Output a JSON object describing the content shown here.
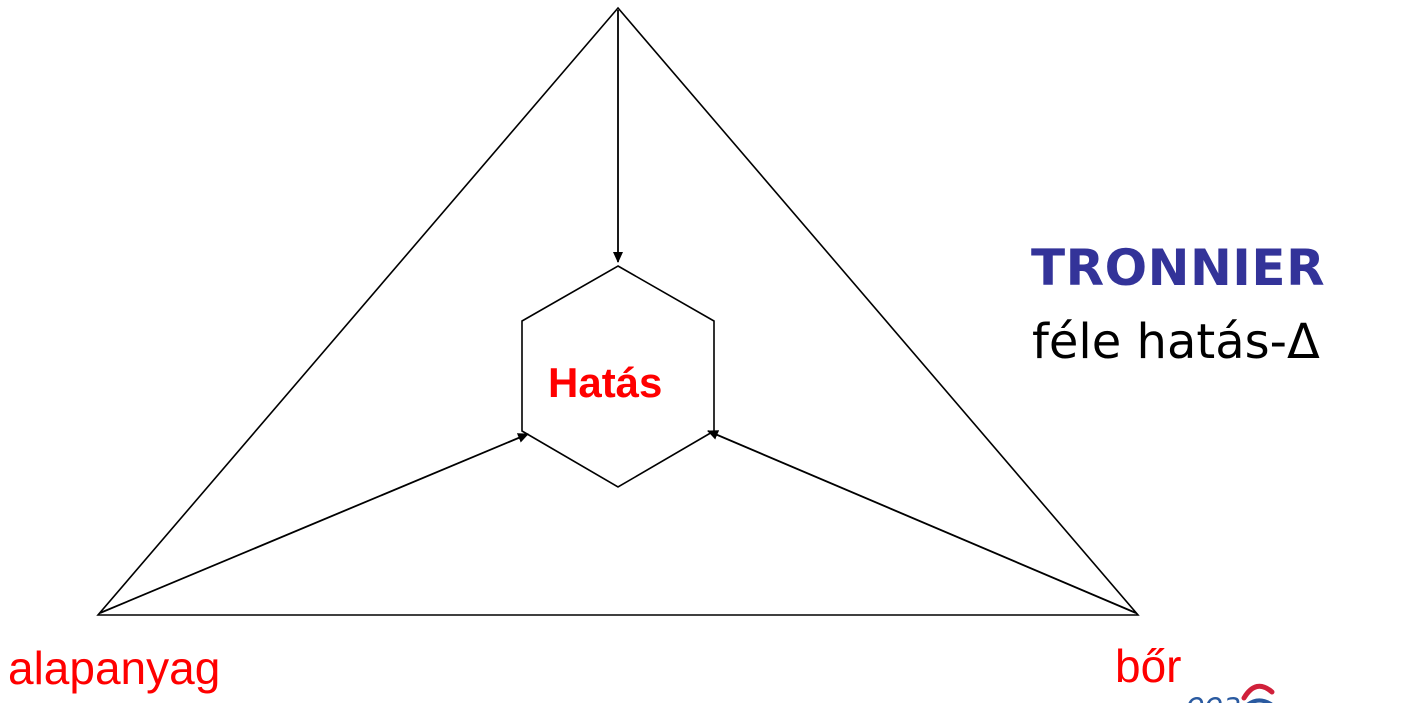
{
  "center_label": "Hatás",
  "title": {
    "main": "TRONNIER",
    "sub": "féle hatás-Δ"
  },
  "vertices": {
    "left": "alapanyag",
    "right": "bőr"
  },
  "logo": {
    "text": "eea",
    "icon": "eea-logo-icon"
  },
  "colors": {
    "label_red": "#ff0000",
    "title_blue": "#333399",
    "line": "#000000",
    "logo_blue": "#2a5aa0",
    "logo_red": "#d0203a"
  }
}
